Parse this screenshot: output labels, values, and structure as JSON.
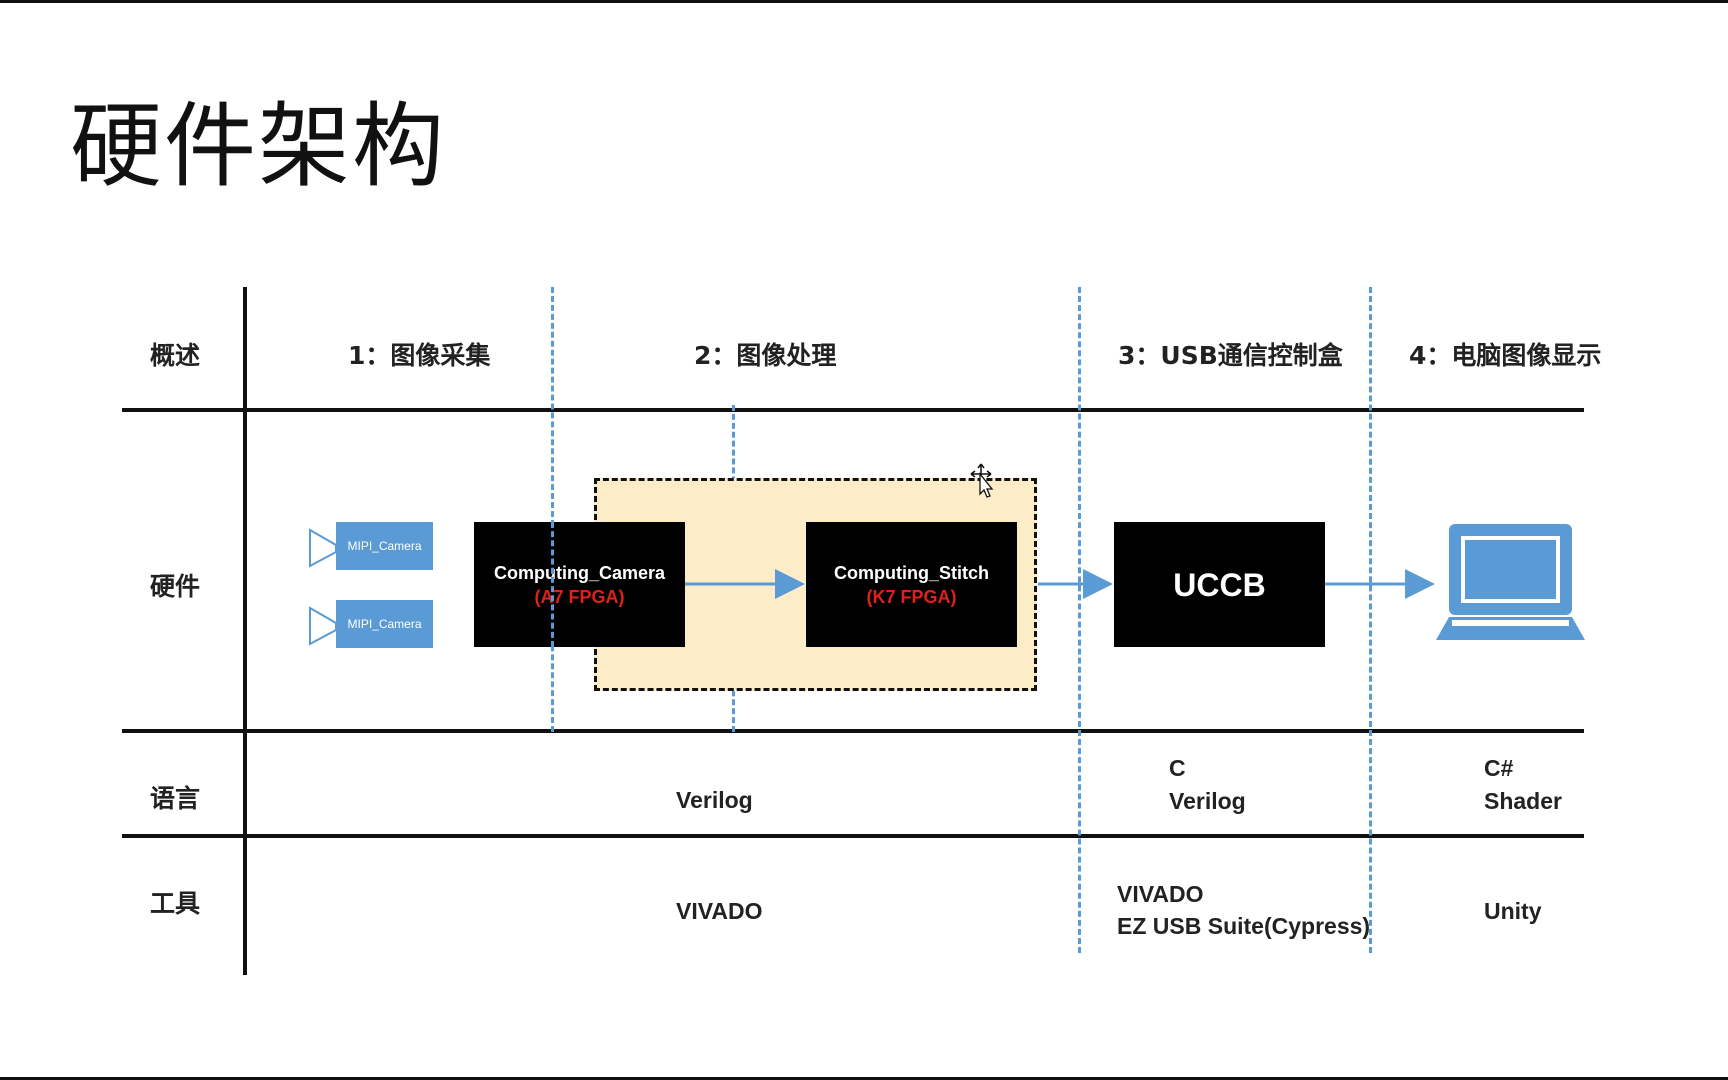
{
  "title": "硬件架构",
  "row_labels": {
    "overview": "概述",
    "hardware": "硬件",
    "language": "语言",
    "tools": "工具"
  },
  "columns": [
    {
      "id": "capture",
      "header": "1：图像采集"
    },
    {
      "id": "processing",
      "header": "2：图像处理"
    },
    {
      "id": "usb",
      "header": "3：USB通信控制盒"
    },
    {
      "id": "pc",
      "header": "4：电脑图像显示"
    }
  ],
  "hardware": {
    "cameras": [
      "MIPI_Camera",
      "MIPI_Camera"
    ],
    "computing_camera": {
      "name": "Computing_Camera",
      "chip": "(A7 FPGA)"
    },
    "computing_stitch": {
      "name": "Computing_Stitch",
      "chip": "(K7 FPGA)"
    },
    "uccb": {
      "name": "UCCB"
    },
    "pc_icon": "laptop-icon"
  },
  "language": {
    "processing": "Verilog",
    "usb": [
      "C",
      "Verilog"
    ],
    "pc": [
      "C#",
      "Shader"
    ]
  },
  "tools": {
    "processing": "VIVADO",
    "usb": [
      "VIVADO",
      "EZ USB Suite(Cypress)"
    ],
    "pc": "Unity"
  },
  "colors": {
    "accent_blue": "#5b9bd5",
    "chip_red": "#e0201b",
    "fpga_region_fill": "#fdecc8",
    "block_fill": "#000000"
  }
}
